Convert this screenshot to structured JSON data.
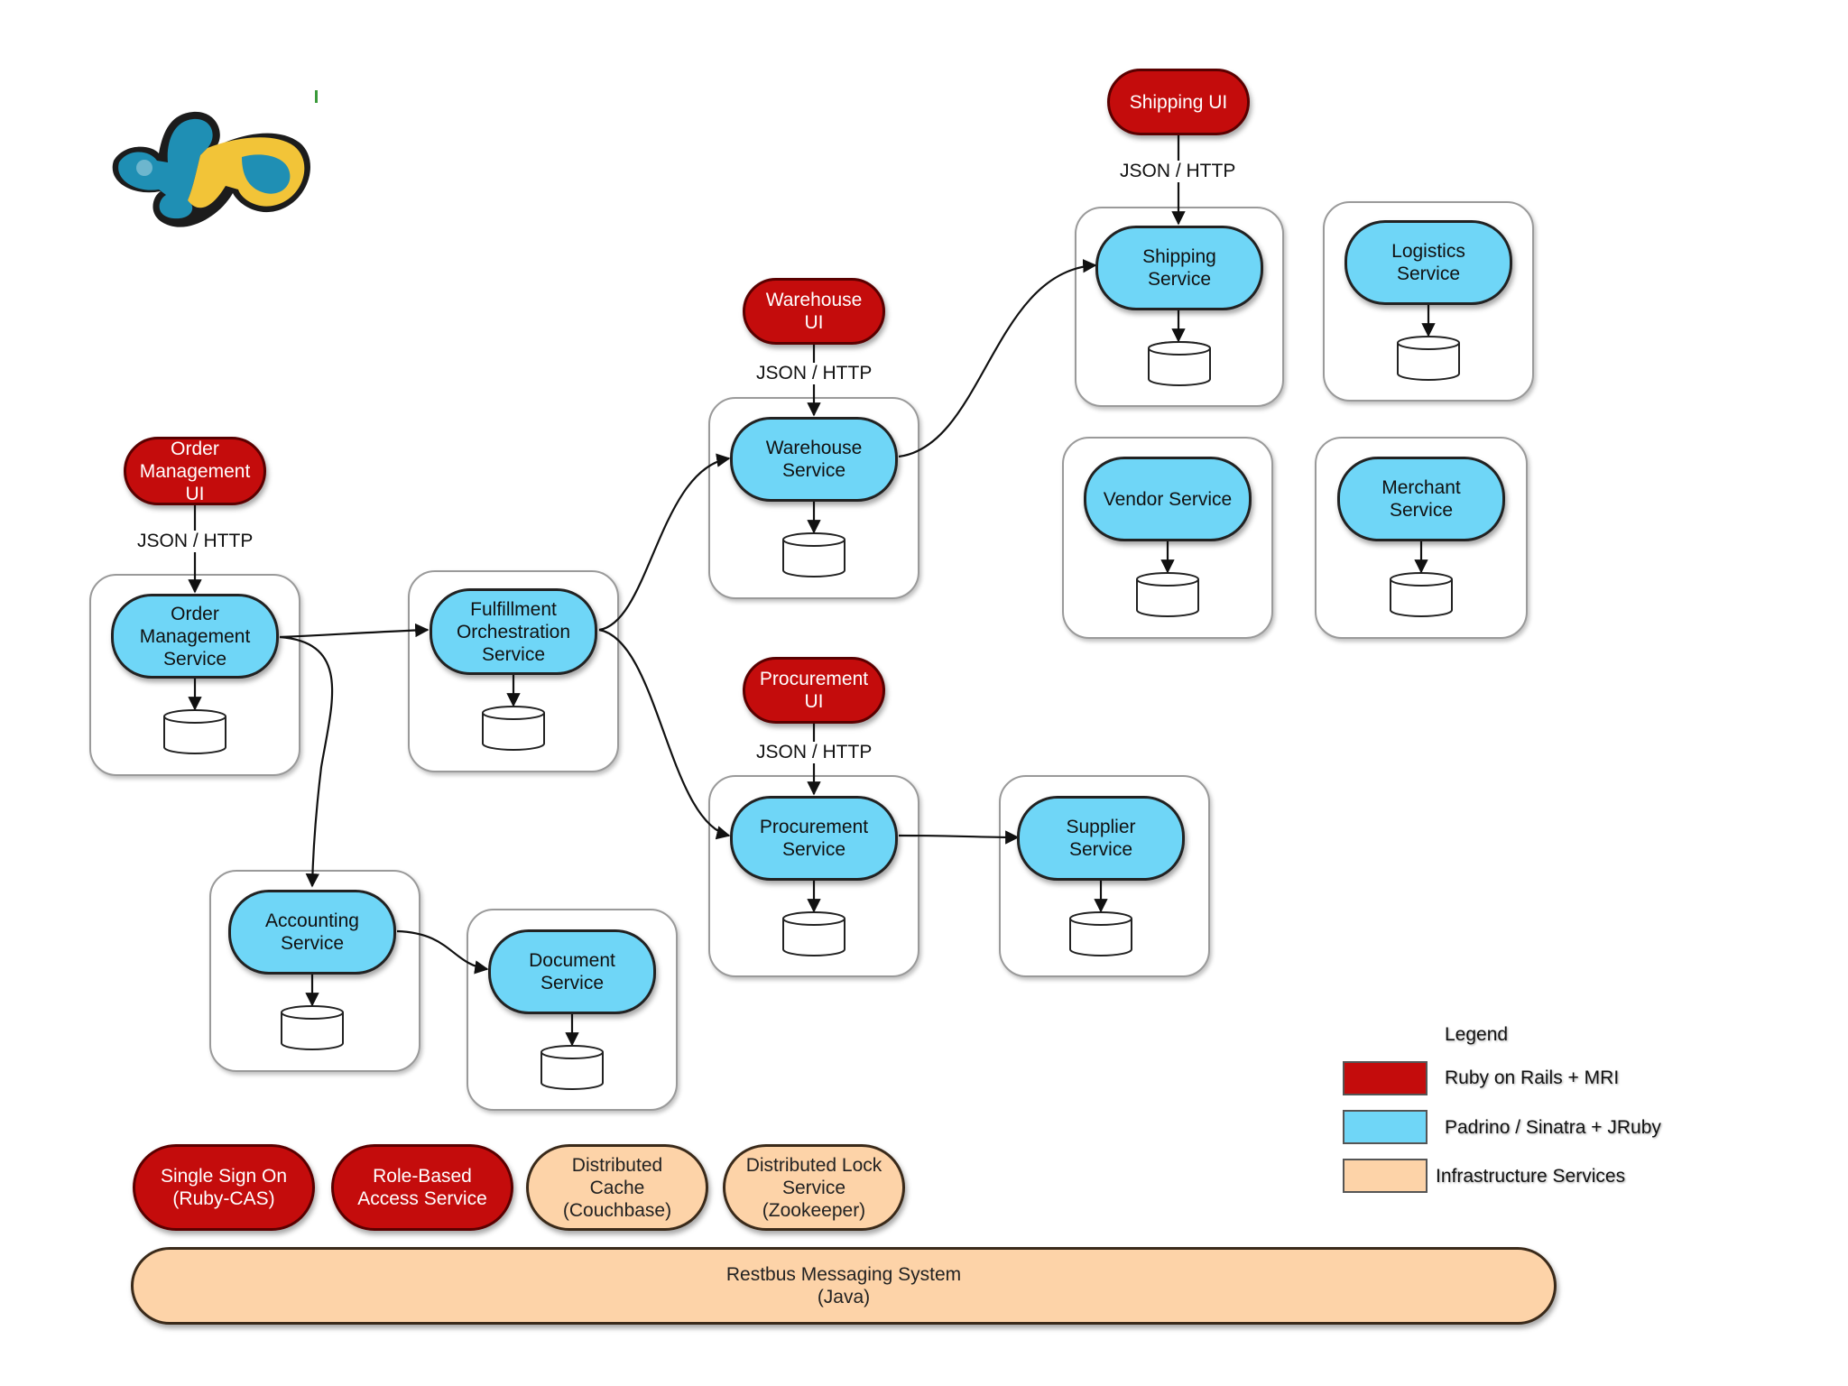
{
  "nodes": {
    "shipping_ui": "Shipping UI",
    "warehouse_ui": "Warehouse\nUI",
    "order_mgmt_ui": "Order\nManagement\nUI",
    "procurement_ui": "Procurement\nUI",
    "shipping_service": "Shipping\nService",
    "logistics_service": "Logistics\nService",
    "warehouse_service": "Warehouse\nService",
    "vendor_service": "Vendor Service",
    "merchant_service": "Merchant\nService",
    "order_mgmt_service": "Order\nManagement\nService",
    "fulfillment_service": "Fulfillment\nOrchestration\nService",
    "procurement_service": "Procurement\nService",
    "supplier_service": "Supplier\nService",
    "accounting_service": "Accounting\nService",
    "document_service": "Document\nService",
    "sso": "Single Sign On\n(Ruby-CAS)",
    "rbac": "Role-Based\nAccess Service",
    "cache": "Distributed\nCache\n(Couchbase)",
    "lock": "Distributed Lock\nService\n(Zookeeper)",
    "restbus": "Restbus Messaging System\n(Java)"
  },
  "edge_labels": {
    "shipping": "JSON / HTTP",
    "warehouse": "JSON / HTTP",
    "order": "JSON / HTTP",
    "procurement": "JSON / HTTP"
  },
  "legend": {
    "title": "Legend",
    "items": [
      {
        "label": "Ruby on Rails + MRI",
        "color": "#c40c0c"
      },
      {
        "label": "Padrino / Sinatra + JRuby",
        "color": "#6fd6f7"
      },
      {
        "label": "Infrastructure Services",
        "color": "#fdd3a8"
      }
    ]
  },
  "colors": {
    "rails": "#c40c0c",
    "jruby": "#6fd6f7",
    "infra": "#fdd3a8"
  },
  "logo": "puzzle-logo-icon"
}
